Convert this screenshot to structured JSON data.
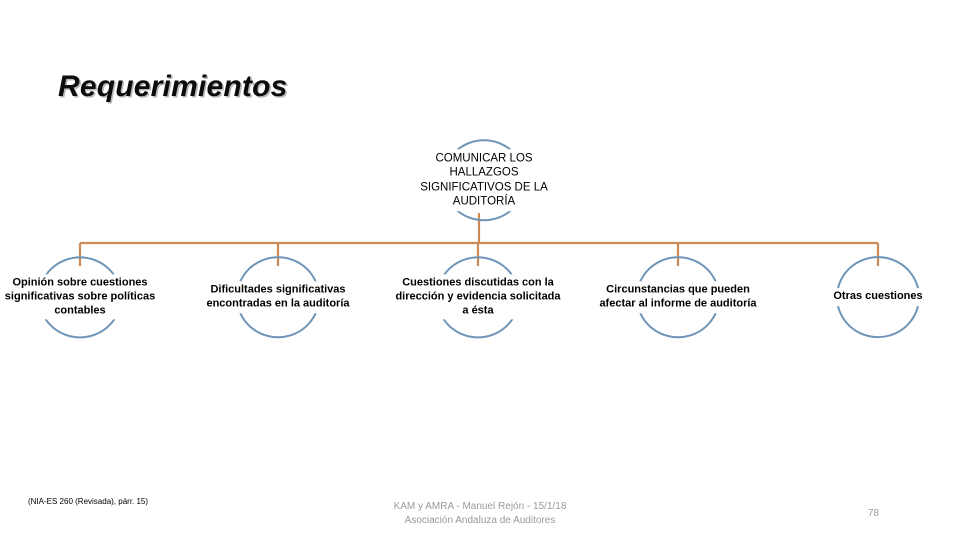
{
  "slide": {
    "title": "Requerimientos"
  },
  "colors": {
    "connector_orange": "#CE8A55",
    "node_arc_blue": "#6E94B8",
    "title_text": "#0C0C0C",
    "title_shadow": "#B8B8B8",
    "footer_gray": "#9A9A9A",
    "background": "#FFFFFF"
  },
  "diagram": {
    "type": "org-chart",
    "root": {
      "id": "root",
      "label": "COMUNICAR LOS HALLAZGOS SIGNIFICATIVOS DE LA AUDITORÍA",
      "shape": "circle-arcs"
    },
    "children": [
      {
        "id": "leaf-0",
        "label": "Opinión sobre cuestiones significativas sobre políticas contables",
        "shape": "circle-arcs"
      },
      {
        "id": "leaf-1",
        "label": "Dificultades significativas encontradas en la auditoría",
        "shape": "circle-arcs"
      },
      {
        "id": "leaf-2",
        "label": "Cuestiones discutidas con la dirección y evidencia solicitada a ésta",
        "shape": "circle-arcs"
      },
      {
        "id": "leaf-3",
        "label": "Circunstancias que pueden afectar al informe de auditoría",
        "shape": "circle-arcs"
      },
      {
        "id": "leaf-4",
        "label": "Otras cuestiones",
        "shape": "circle-arcs"
      }
    ]
  },
  "footer": {
    "source_note": "(NIA-ES 260 (Revisada), párr. 15)",
    "center_line1": "KAM y AMRA - Manuel Rejón - 15/1/18",
    "center_line2": "Asociación Andaluza de Auditores",
    "page_number": "78"
  }
}
